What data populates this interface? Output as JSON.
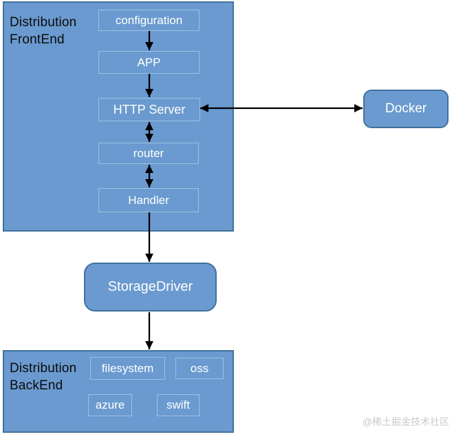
{
  "colors": {
    "node-fill": "#6a9acf",
    "group-border": "#41719c",
    "inner-border": "#9cc3e5",
    "rounded-border": "#41719c",
    "title-text": "#0b0b0b",
    "node-text": "#ffffff",
    "arrow": "#000000",
    "watermark-text": "#c9c9c9",
    "canvas-bg": "#ffffff"
  },
  "frontend": {
    "title": "Distribution\nFrontEnd",
    "nodes": [
      {
        "id": "configuration",
        "label": "configuration"
      },
      {
        "id": "app",
        "label": "APP"
      },
      {
        "id": "http-server",
        "label": "HTTP Server"
      },
      {
        "id": "router",
        "label": "router"
      },
      {
        "id": "handler",
        "label": "Handler"
      }
    ]
  },
  "docker": {
    "label": "Docker"
  },
  "storage": {
    "label": "StorageDriver"
  },
  "backend": {
    "title": "Distribution\nBackEnd",
    "nodes": [
      {
        "id": "filesystem",
        "label": "filesystem"
      },
      {
        "id": "oss",
        "label": "oss"
      },
      {
        "id": "azure",
        "label": "azure"
      },
      {
        "id": "swift",
        "label": "swift"
      }
    ]
  },
  "edges": [
    {
      "from": "configuration",
      "to": "APP",
      "direction": "one-way"
    },
    {
      "from": "APP",
      "to": "HTTP Server",
      "direction": "one-way"
    },
    {
      "from": "HTTP Server",
      "to": "router",
      "direction": "two-way"
    },
    {
      "from": "router",
      "to": "Handler",
      "direction": "two-way"
    },
    {
      "from": "HTTP Server",
      "to": "Docker",
      "direction": "two-way"
    },
    {
      "from": "Handler",
      "to": "StorageDriver",
      "direction": "one-way"
    },
    {
      "from": "StorageDriver",
      "to": "Distribution BackEnd",
      "direction": "one-way"
    }
  ],
  "watermark": {
    "text": "@稀土掘金技术社区"
  }
}
